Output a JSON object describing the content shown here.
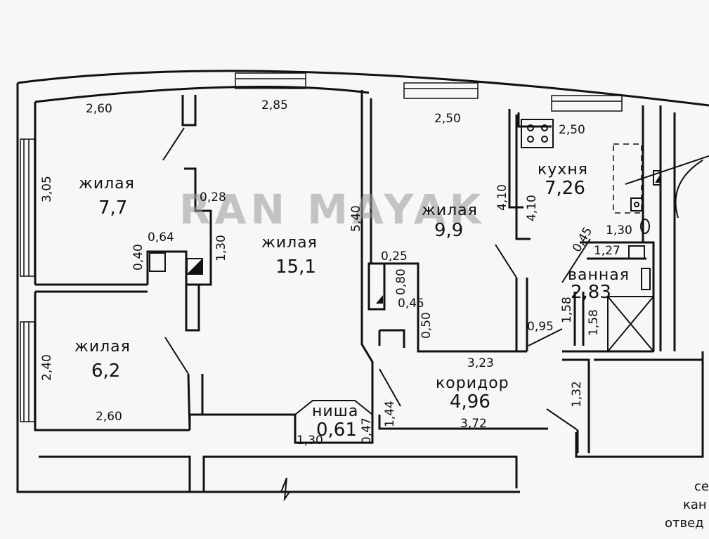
{
  "watermark": "RAN MAYAK",
  "rooms": [
    {
      "id": "living-1",
      "name": "жилая",
      "area": "7,7"
    },
    {
      "id": "living-2",
      "name": "жилая",
      "area": "15,1"
    },
    {
      "id": "living-3",
      "name": "жилая",
      "area": "9,9"
    },
    {
      "id": "kitchen",
      "name": "кухня",
      "area": "7,26"
    },
    {
      "id": "bathroom",
      "name": "ванная",
      "area": "2,83"
    },
    {
      "id": "living-4",
      "name": "жилая",
      "area": "6,2"
    },
    {
      "id": "corridor",
      "name": "коридор",
      "area": "4,96"
    },
    {
      "id": "niche",
      "name": "ниша",
      "area": "0,61"
    }
  ],
  "dimensions": [
    "2,60",
    "2,85",
    "2,50",
    "2,50",
    "3,05",
    "0,28",
    "1,30",
    "0,64",
    "0,40",
    "5,40",
    "4,10",
    "4,10",
    "1,30",
    "0,45",
    "1,27",
    "0,25",
    "0,80",
    "0,45",
    "0,50",
    "1,58",
    "1,58",
    "0,95",
    "3,23",
    "2,40",
    "2,60",
    "1,44",
    "1,30",
    "0,47",
    "3,72",
    "1,32"
  ],
  "notes": [
    "се",
    "кан",
    "отвед"
  ]
}
